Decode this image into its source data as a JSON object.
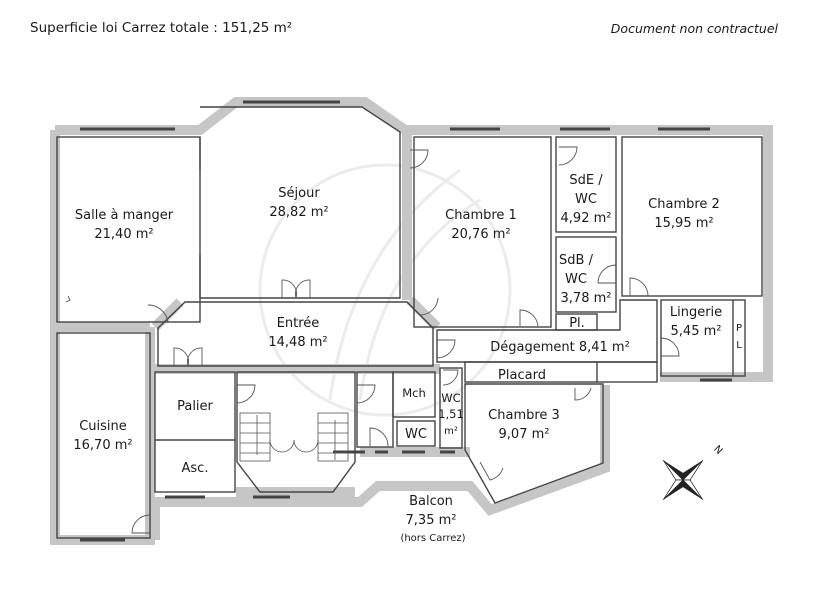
{
  "header": {
    "total_area": "Superficie loi Carrez totale : 151,25 m²",
    "disclaimer": "Document non contractuel"
  },
  "rooms": {
    "salle_a_manger": {
      "name": "Salle à manger",
      "area": "21,40 m²"
    },
    "sejour": {
      "name": "Séjour",
      "area": "28,82 m²"
    },
    "chambre1": {
      "name": "Chambre 1",
      "area": "20,76 m²"
    },
    "sde": {
      "name1": "SdE /",
      "name2": "WC",
      "area": "4,92 m²"
    },
    "chambre2": {
      "name": "Chambre 2",
      "area": "15,95 m²"
    },
    "sdb": {
      "name1": "SdB /",
      "name2": "WC",
      "area": "3,78 m²"
    },
    "pl": {
      "name": "Pl."
    },
    "lingerie": {
      "name": "Lingerie",
      "area": "5,45 m²"
    },
    "pl_vert": {
      "p": "P",
      "l": "L"
    },
    "entree": {
      "name": "Entrée",
      "area": "14,48 m²"
    },
    "degagement": {
      "name": "Dégagement 8,41 m²"
    },
    "placard": {
      "name": "Placard"
    },
    "cuisine": {
      "name": "Cuisine",
      "area": "16,70 m²"
    },
    "palier": {
      "name": "Palier"
    },
    "asc": {
      "name": "Asc."
    },
    "mch": {
      "name": "Mch"
    },
    "wc_small": {
      "name": "WC"
    },
    "wc2": {
      "name": "WC",
      "area1": "1,51",
      "area2": "m²"
    },
    "chambre3": {
      "name": "Chambre 3",
      "area": "9,07 m²"
    },
    "balcon": {
      "name": "Balcon",
      "area": "7,35 m²",
      "note": "(hors Carrez)"
    }
  },
  "compass": {
    "label": "N"
  },
  "colors": {
    "wall": "#c6c6c6",
    "line": "#444444"
  }
}
